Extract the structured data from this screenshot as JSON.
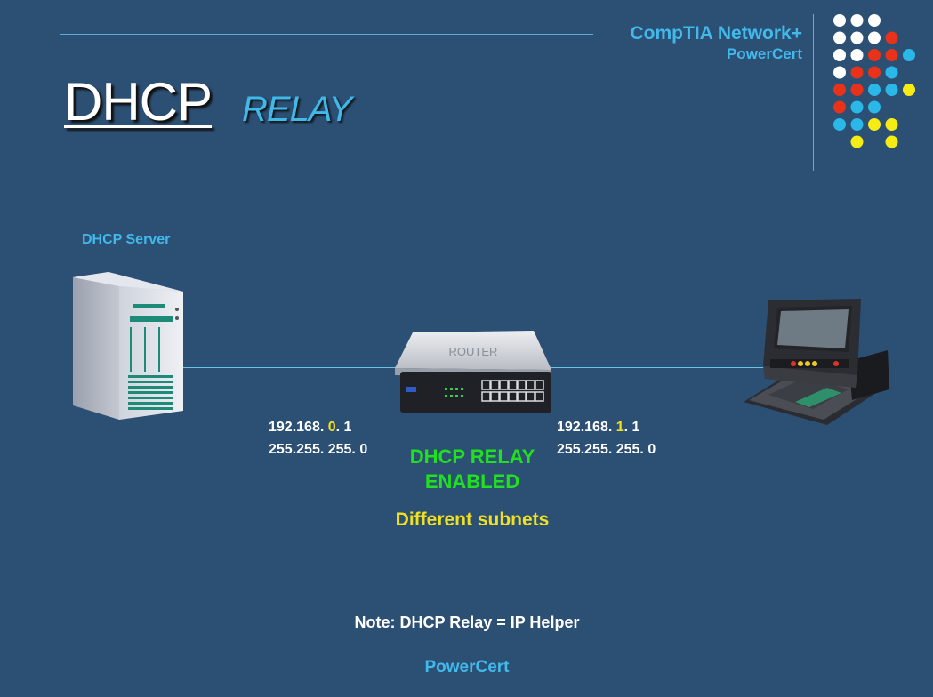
{
  "header": {
    "brand_line1": "CompTIA Network+",
    "brand_line2": "PowerCert",
    "title_main": "DHCP",
    "title_sub": "RELAY"
  },
  "diagram": {
    "server_label": "DHCP Server",
    "router_label": "ROUTER",
    "left": {
      "ip_prefix": "192.168. ",
      "ip_octet": "0",
      "ip_suffix": ". 1",
      "mask": "255.255. 255. 0"
    },
    "right": {
      "ip_prefix": "192.168. ",
      "ip_octet": "1",
      "ip_suffix": ". 1",
      "mask": "255.255. 255. 0"
    },
    "relay_line1": "DHCP RELAY",
    "relay_line2": "ENABLED",
    "subnet_note": "Different subnets"
  },
  "footer": {
    "note": "Note:  DHCP Relay = IP Helper",
    "brand": "PowerCert"
  },
  "colors": {
    "background": "#2c4f74",
    "accent_blue": "#41b9ea",
    "highlight_yellow": "#f0e020",
    "relay_green": "#20e020",
    "dot_white": "#ffffff",
    "dot_red": "#e8321a",
    "dot_cyan": "#2ab8e8",
    "dot_yellow": "#f6ec14"
  },
  "decor_dots": [
    [
      "white",
      "white",
      "white",
      "none",
      "none"
    ],
    [
      "white",
      "white",
      "white",
      "red",
      "none"
    ],
    [
      "white",
      "white",
      "red",
      "red",
      "cyan"
    ],
    [
      "white",
      "red",
      "red",
      "cyan",
      "none"
    ],
    [
      "red",
      "red",
      "cyan",
      "cyan",
      "yellow"
    ],
    [
      "red",
      "cyan",
      "cyan",
      "none",
      "none"
    ],
    [
      "cyan",
      "cyan",
      "yellow",
      "yellow",
      "none"
    ],
    [
      "none",
      "yellow",
      "none",
      "yellow",
      "none"
    ]
  ]
}
